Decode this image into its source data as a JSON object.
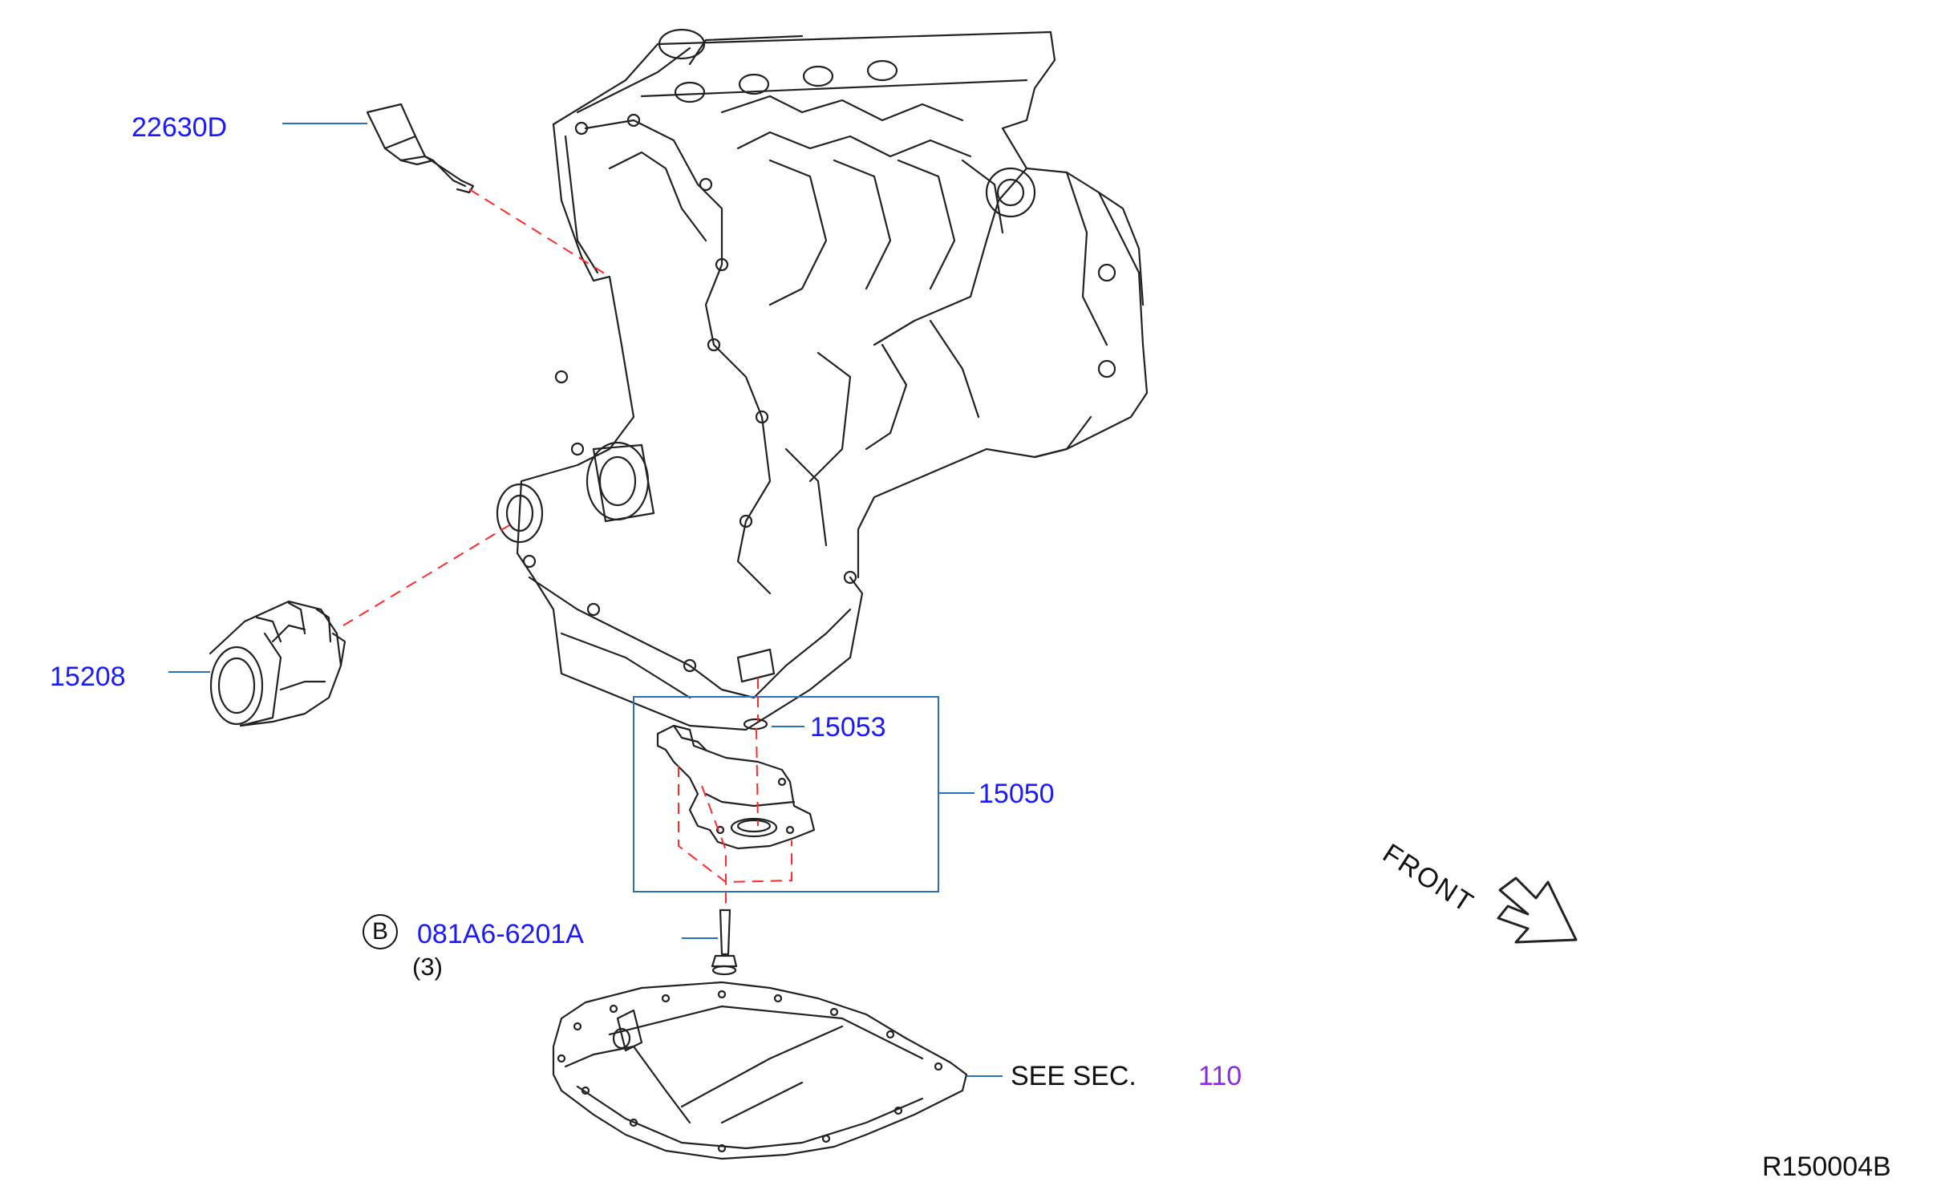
{
  "callouts": {
    "sensor": "22630D",
    "oil_filter": "15208",
    "gasket": "15053",
    "oil_pump": "15050",
    "bolt_circle": "B",
    "bolt": "081A6-6201A",
    "bolt_qty": "(3)",
    "see_sec_text": "SEE   SEC.",
    "see_sec_num": "110"
  },
  "front_label": "FRONT",
  "ref_code": "R150004B",
  "colors": {
    "callout_text": "#1a1aff",
    "section_link": "#8a2be2",
    "dashed_line": "#ff2a2a",
    "leader_line": "#2d6fb7",
    "drawing": "#222222"
  }
}
